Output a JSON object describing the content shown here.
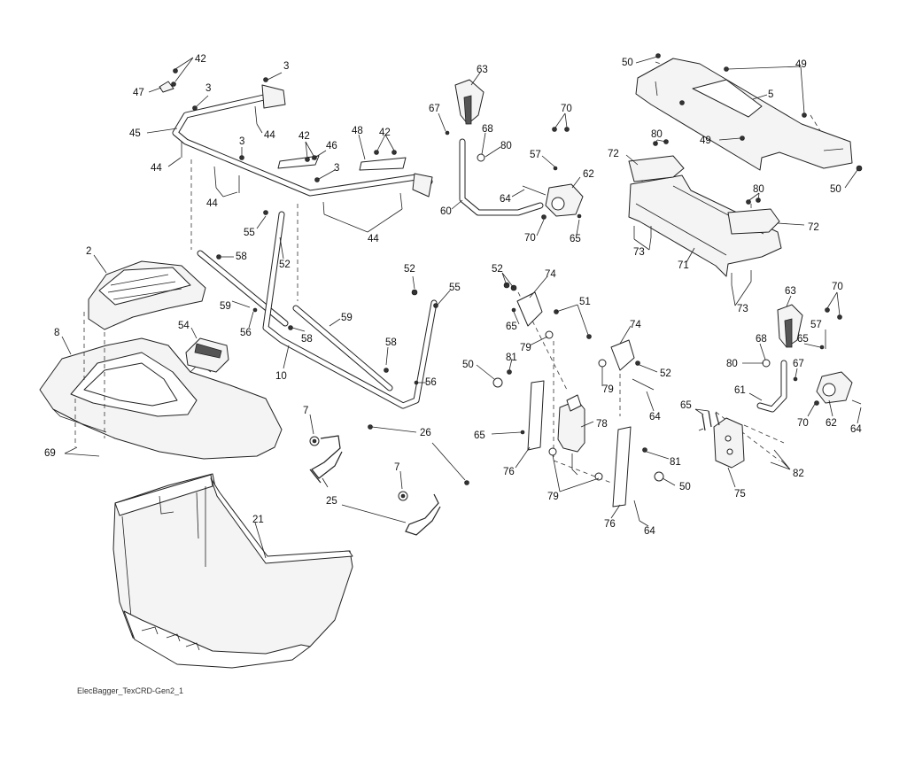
{
  "caption": "ElecBagger_TexCRD-Gen2_1",
  "callouts": [
    {
      "id": "c42a",
      "text": "42"
    },
    {
      "id": "c3a",
      "text": "3"
    },
    {
      "id": "c47",
      "text": "47"
    },
    {
      "id": "c3b",
      "text": "3"
    },
    {
      "id": "c45",
      "text": "45"
    },
    {
      "id": "c44a",
      "text": "44"
    },
    {
      "id": "c3c",
      "text": "3"
    },
    {
      "id": "c44b",
      "text": "44"
    },
    {
      "id": "c42b",
      "text": "42"
    },
    {
      "id": "c46",
      "text": "46"
    },
    {
      "id": "c48",
      "text": "48"
    },
    {
      "id": "c42c",
      "text": "42"
    },
    {
      "id": "c3d",
      "text": "3"
    },
    {
      "id": "c44c",
      "text": "44"
    },
    {
      "id": "c44d",
      "text": "44"
    },
    {
      "id": "c55a",
      "text": "55"
    },
    {
      "id": "c58a",
      "text": "58"
    },
    {
      "id": "c52a",
      "text": "52"
    },
    {
      "id": "c2",
      "text": "2"
    },
    {
      "id": "c59a",
      "text": "59"
    },
    {
      "id": "c56a",
      "text": "56"
    },
    {
      "id": "c58b",
      "text": "58"
    },
    {
      "id": "c59b",
      "text": "59"
    },
    {
      "id": "c54",
      "text": "54"
    },
    {
      "id": "c8",
      "text": "8"
    },
    {
      "id": "c10",
      "text": "10"
    },
    {
      "id": "c58c",
      "text": "58"
    },
    {
      "id": "c52b",
      "text": "52"
    },
    {
      "id": "c55b",
      "text": "55"
    },
    {
      "id": "c56b",
      "text": "56"
    },
    {
      "id": "c69",
      "text": "69"
    },
    {
      "id": "c7a",
      "text": "7"
    },
    {
      "id": "c26",
      "text": "26"
    },
    {
      "id": "c7b",
      "text": "7"
    },
    {
      "id": "c25",
      "text": "25"
    },
    {
      "id": "c21",
      "text": "21"
    },
    {
      "id": "c63a",
      "text": "63"
    },
    {
      "id": "c67a",
      "text": "67"
    },
    {
      "id": "c68a",
      "text": "68"
    },
    {
      "id": "c80a",
      "text": "80"
    },
    {
      "id": "c70a",
      "text": "70"
    },
    {
      "id": "c57a",
      "text": "57"
    },
    {
      "id": "c62a",
      "text": "62"
    },
    {
      "id": "c64a",
      "text": "64"
    },
    {
      "id": "c60",
      "text": "60"
    },
    {
      "id": "c70b",
      "text": "70"
    },
    {
      "id": "c65a",
      "text": "65"
    },
    {
      "id": "c50a",
      "text": "50"
    },
    {
      "id": "c49a",
      "text": "49"
    },
    {
      "id": "c5",
      "text": "5"
    },
    {
      "id": "c49b",
      "text": "49"
    },
    {
      "id": "c50b",
      "text": "50"
    },
    {
      "id": "c80b",
      "text": "80"
    },
    {
      "id": "c72a",
      "text": "72"
    },
    {
      "id": "c80c",
      "text": "80"
    },
    {
      "id": "c72b",
      "text": "72"
    },
    {
      "id": "c73a",
      "text": "73"
    },
    {
      "id": "c71",
      "text": "71"
    },
    {
      "id": "c73b",
      "text": "73"
    },
    {
      "id": "c52c",
      "text": "52"
    },
    {
      "id": "c74a",
      "text": "74"
    },
    {
      "id": "c51",
      "text": "51"
    },
    {
      "id": "c65b",
      "text": "65"
    },
    {
      "id": "c79a",
      "text": "79"
    },
    {
      "id": "c74b",
      "text": "74"
    },
    {
      "id": "c50c",
      "text": "50"
    },
    {
      "id": "c81a",
      "text": "81"
    },
    {
      "id": "c79b",
      "text": "79"
    },
    {
      "id": "c52d",
      "text": "52"
    },
    {
      "id": "c64b",
      "text": "64"
    },
    {
      "id": "c78",
      "text": "78"
    },
    {
      "id": "c65c",
      "text": "65"
    },
    {
      "id": "c76a",
      "text": "76"
    },
    {
      "id": "c81b",
      "text": "81"
    },
    {
      "id": "c50d",
      "text": "50"
    },
    {
      "id": "c79c",
      "text": "79"
    },
    {
      "id": "c76b",
      "text": "76"
    },
    {
      "id": "c64c",
      "text": "64"
    },
    {
      "id": "c63b",
      "text": "63"
    },
    {
      "id": "c70c",
      "text": "70"
    },
    {
      "id": "c68b",
      "text": "68"
    },
    {
      "id": "c65d",
      "text": "65"
    },
    {
      "id": "c57b",
      "text": "57"
    },
    {
      "id": "c80d",
      "text": "80"
    },
    {
      "id": "c67b",
      "text": "67"
    },
    {
      "id": "c61",
      "text": "61"
    },
    {
      "id": "c70d",
      "text": "70"
    },
    {
      "id": "c62b",
      "text": "62"
    },
    {
      "id": "c64d",
      "text": "64"
    },
    {
      "id": "c65e",
      "text": "65"
    },
    {
      "id": "c75",
      "text": "75"
    },
    {
      "id": "c82",
      "text": "82"
    }
  ]
}
